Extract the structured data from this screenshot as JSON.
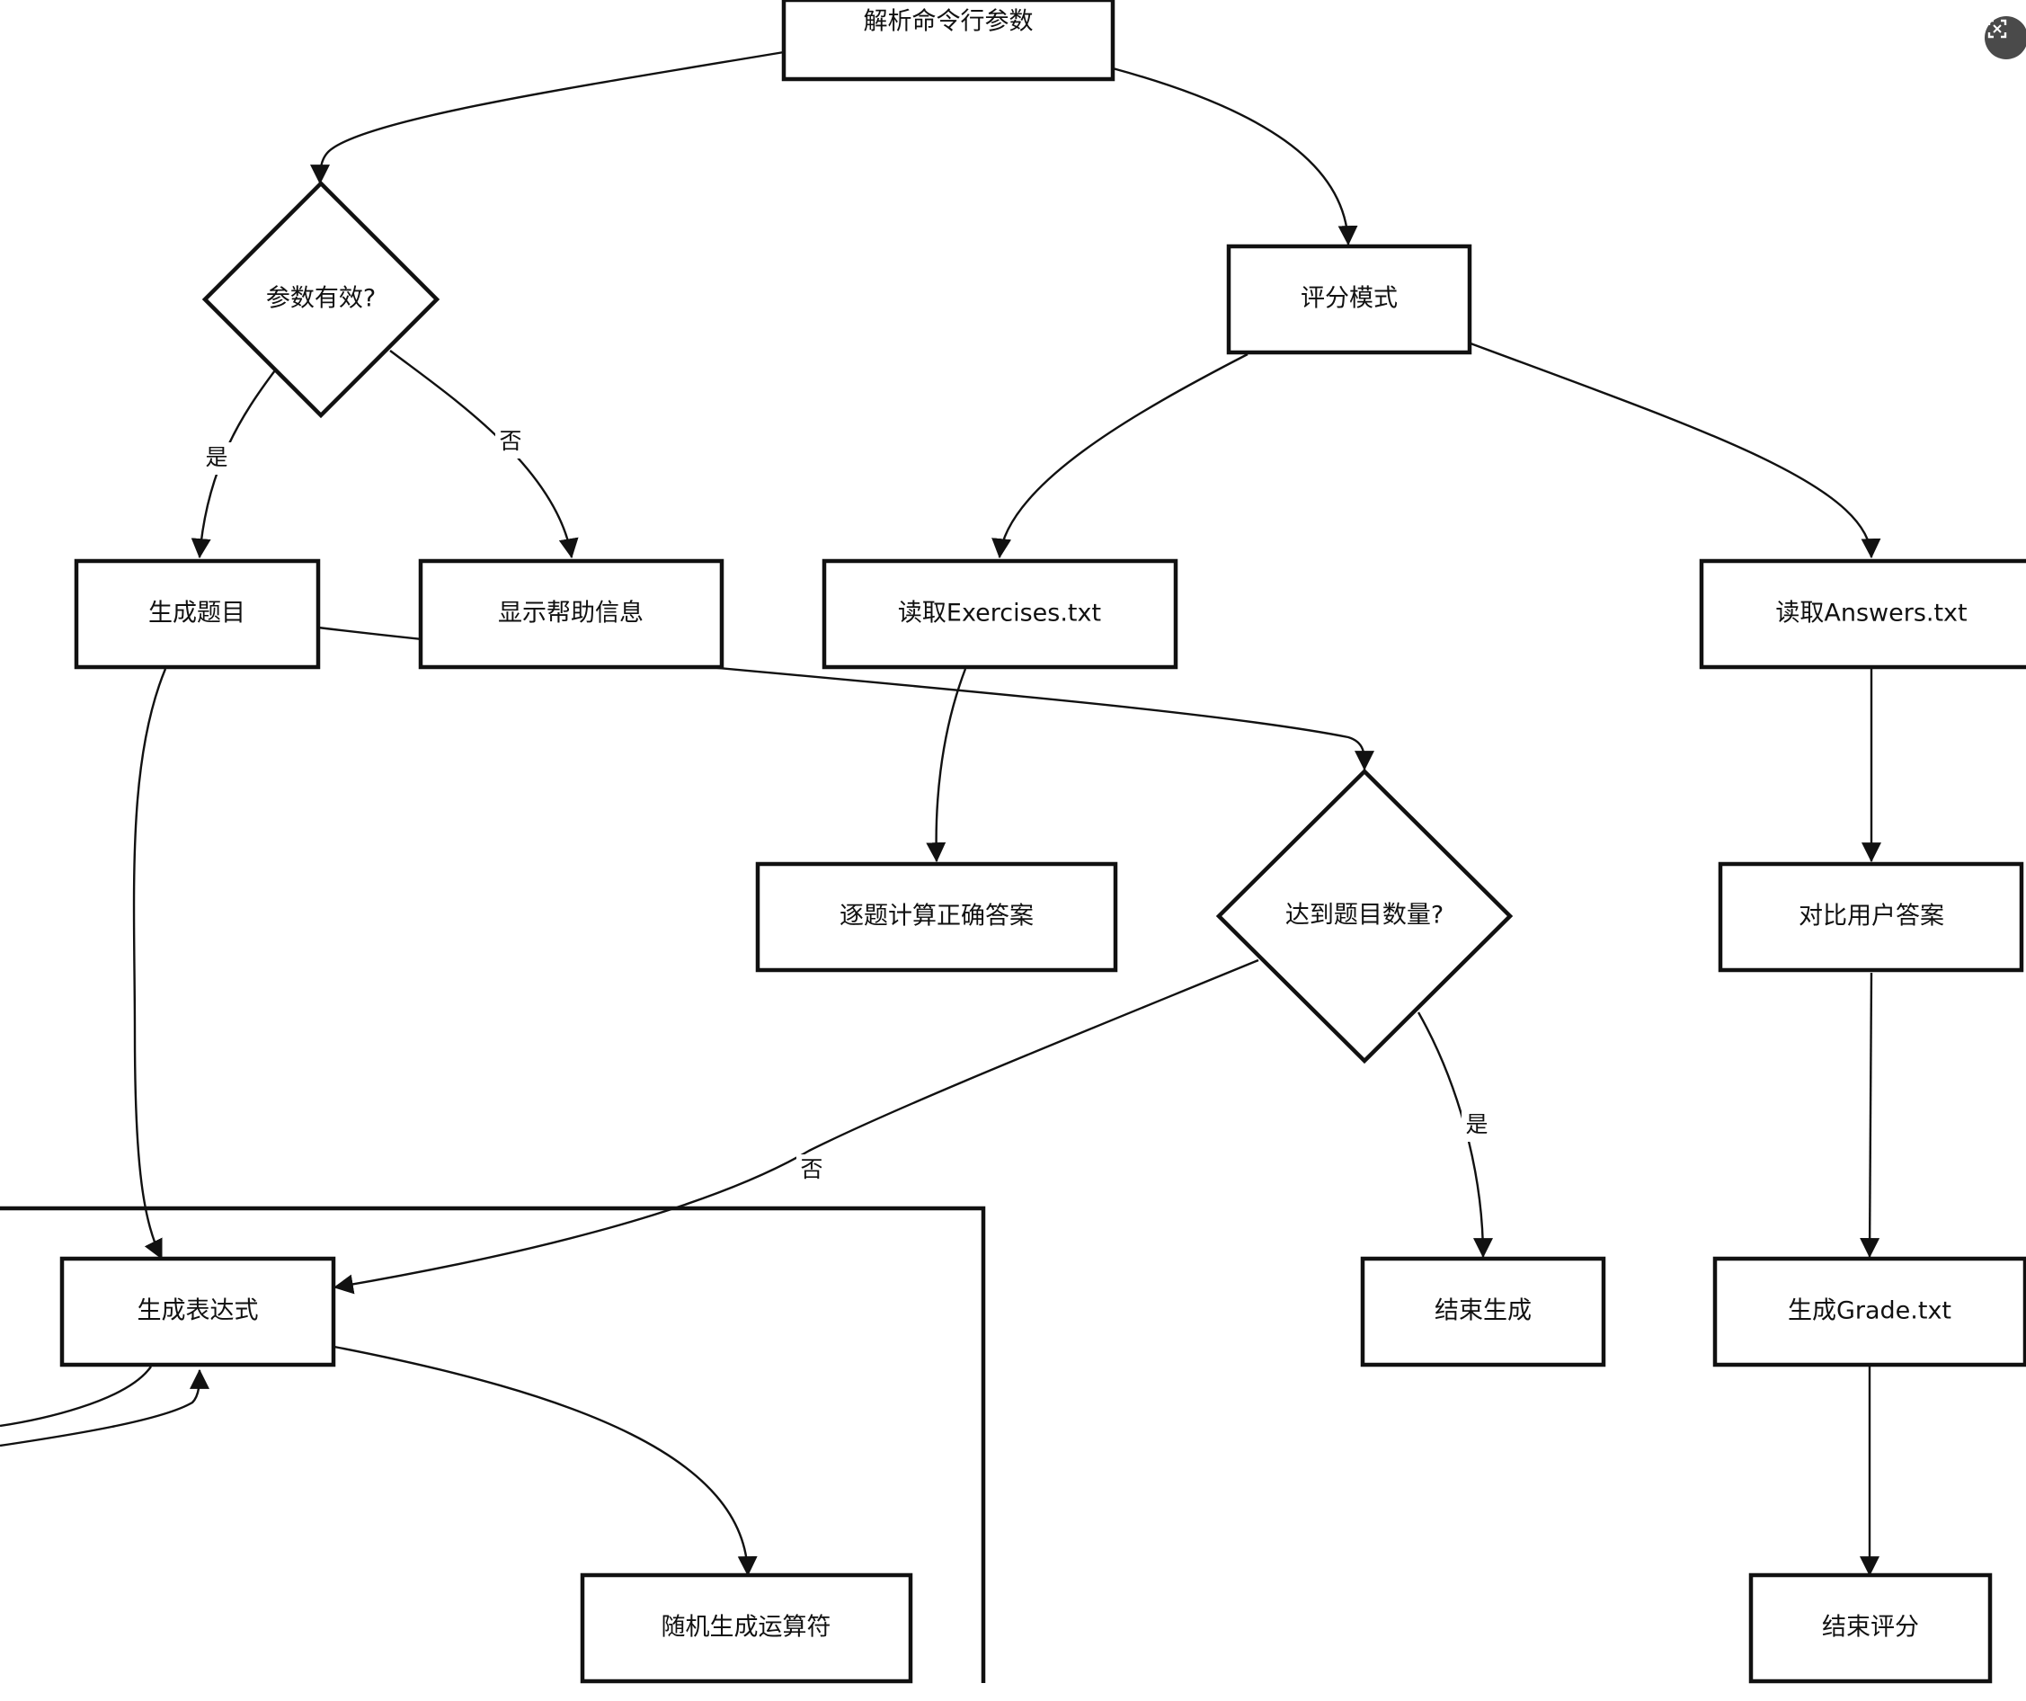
{
  "nodes": {
    "parse_args": "解析命令行参数",
    "params_valid": "参数有效?",
    "grading_mode": "评分模式",
    "generate_questions": "生成题目",
    "show_help": "显示帮助信息",
    "read_exercises": "读取Exercises.txt",
    "read_answers": "读取Answers.txt",
    "calc_answers": "逐题计算正确答案",
    "reached_count": "达到题目数量?",
    "compare_answers": "对比用户答案",
    "generate_expression": "生成表达式",
    "end_generation": "结束生成",
    "generate_grade": "生成Grade.txt",
    "random_operator": "随机生成运算符",
    "end_grading": "结束评分"
  },
  "edge_labels": {
    "yes": "是",
    "no": "否"
  },
  "toolbar": {
    "fit_icon": "fit-view-icon"
  },
  "colors": {
    "stroke": "#111111",
    "background": "#ffffff",
    "button": "#4a4a4a"
  }
}
